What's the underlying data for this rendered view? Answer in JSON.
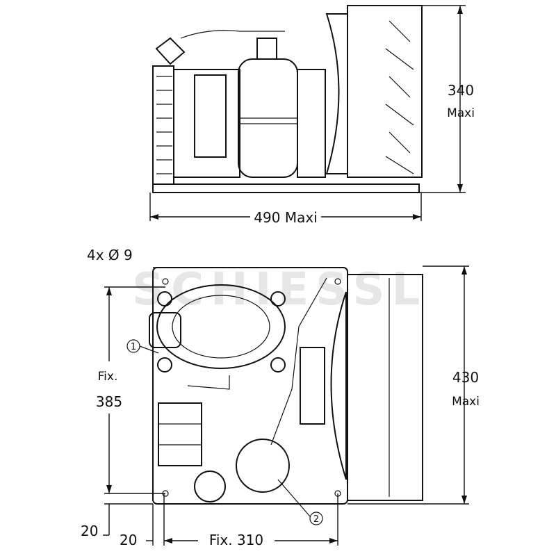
{
  "watermark": "SCHIESSL",
  "top_view": {
    "height_value": "340",
    "height_note": "Maxi",
    "width_label": "490 Maxi"
  },
  "bottom_view": {
    "holes_label": "4x Ø 9",
    "depth_value": "430",
    "depth_note": "Maxi",
    "fix_depth_label": "Fix.",
    "fix_depth_value": "385",
    "offset_y": "20",
    "offset_x": "20",
    "fix_width_label": "Fix. 310",
    "callouts": [
      "1",
      "2"
    ]
  }
}
